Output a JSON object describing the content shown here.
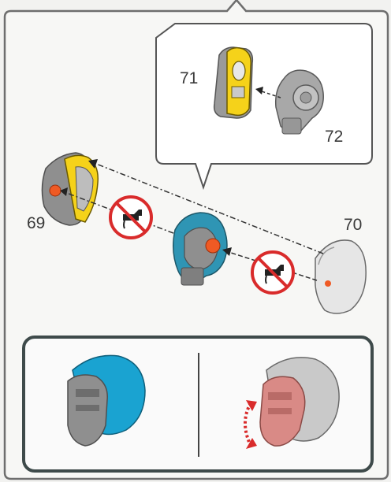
{
  "step_labels": {
    "part_69": "69",
    "part_70": "70",
    "part_71": "71",
    "part_72": "72"
  },
  "icons": {
    "no_glue_left": "no-glue-icon",
    "no_glue_right": "no-glue-icon",
    "rotate_arrow": "rotation-arrow-icon"
  },
  "colors": {
    "background": "#f2f2f0",
    "frame_stroke": "#6e6e6e",
    "yellow_part": "#f5d21a",
    "blue_part": "#2f95b4",
    "cyan_helmet": "#1aa3d1",
    "orange_joint": "#ef5a24",
    "pink_face": "#d98a86",
    "prohibition_red": "#d92b2b",
    "detail_box_stroke": "#3e4a4a"
  }
}
